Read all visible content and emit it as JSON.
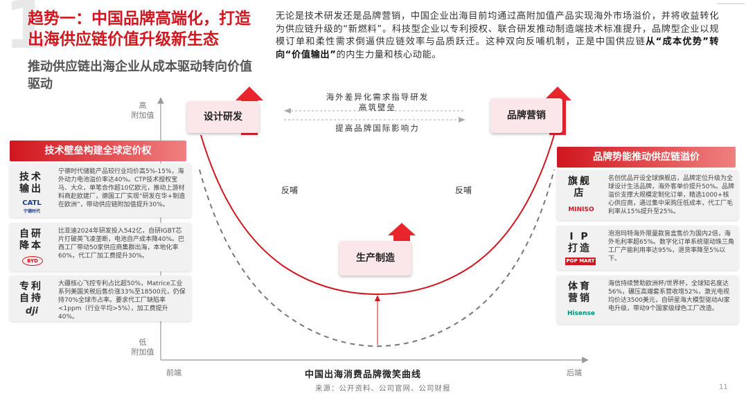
{
  "header": {
    "section_number": "1",
    "title": "趋势一：中国品牌高端化，打造出海供应链价值升级新生态",
    "subtitle": "推动供应链出海企业从成本驱动转向价值驱动",
    "intro_part1": "无论是技术研发还是品牌营销，中国企业出海目前均通过高附加值产品实现海外市场溢价，并将收益转化为供应链升级的“新燃料”。科技型企业以专利授权、联合研发推动制造端技术标准提升，品牌型企业以规模订单和柔性需求倒逼供应链效率与品质跃迁。这种双向反哺机制，正是中国供应链",
    "intro_bold": "从“成本优势”转向“价值输出”",
    "intro_part2": "的内生力量和核心动能。"
  },
  "diagram": {
    "y_high": "高\n附加值",
    "y_low": "低\n附加值",
    "x_left": "前端",
    "x_right": "后端",
    "curve_title": "中国出海消费品牌微笑曲线",
    "box_rd": "设计研发",
    "box_brand": "品牌营销",
    "box_mfg": "生产制造",
    "arrow_text_left": "海外差异化需求指导研发\n高筑壁垒",
    "arrow_text_right": "提高品牌国际影响力",
    "feedback_left": "反哺",
    "feedback_right": "反哺",
    "accent_color": "#d0161e"
  },
  "left_panel": {
    "header": "技术壁垒构建全球定价权",
    "cards": [
      {
        "label": "技术\n输出",
        "logo": "CATL",
        "logo_sub": "宁德时代",
        "text": "宁德时代储能产品较行业均价高5%-15%，海外动力电池溢价率达40%。CTP技术授权宝马、大众，单笔合作超10亿欧元，推动上游材料商赴欧建厂，德国工厂实现“研发在华+制造在欧洲”，带动供应链附加值提升30%。"
      },
      {
        "label": "自研\n降本",
        "logo": "BYD",
        "logo_sub": "",
        "text": "比亚迪2024年研发投入542亿，自研IGBT芯片打破英飞凌垄断，电池自产成本降40%。巴西工厂带动50家供应商集群出海，本地化率60%，代工厂加工费提升30%。"
      },
      {
        "label": "专利\n自持",
        "logo": "dji",
        "logo_sub": "",
        "text": "大疆核心飞控专利占比超50%，Matrice工业系列美国关税后售价涨33%至18500元，仍保持70%全球市占率。要求代工厂缺陷率<1ppm（行业平均>5%），加工费提升40%。"
      }
    ]
  },
  "right_panel": {
    "header": "品牌势能推动供应链溢价",
    "cards": [
      {
        "label": "旗舰\n店",
        "logo": "MINISO",
        "text": "名创优品开设全球旗舰店，品牌定位升级为全球设计生活品牌，海外客单价提升50%。品牌溢价支撑大规模定制化订单，精选1000+核心供应商，通过集中采购压低成本，代工厂毛利率从15%提升至25%。"
      },
      {
        "label": "I P\n打造",
        "logo": "POP MART",
        "text": "泡泡玛特海外限量款盲盒售价为国内2倍，海外毛利率超65%。数字化订单系统驱动珠三角工厂产能利用率达95%，退货率降至5%以下。"
      },
      {
        "label": "体育\n营销",
        "logo": "Hisense",
        "text": "海信持续赞助欧洲杯/世界杯，全球知名度达56%，碾压高端套系营收增52%，激光电视均价达3500美元，自研星海大模型驱动AI家电升级，带动9个国家级绿色工厂改造。"
      }
    ]
  },
  "footer": {
    "source": "来源：公开资料、公司官网、公司财报",
    "page": "11"
  }
}
